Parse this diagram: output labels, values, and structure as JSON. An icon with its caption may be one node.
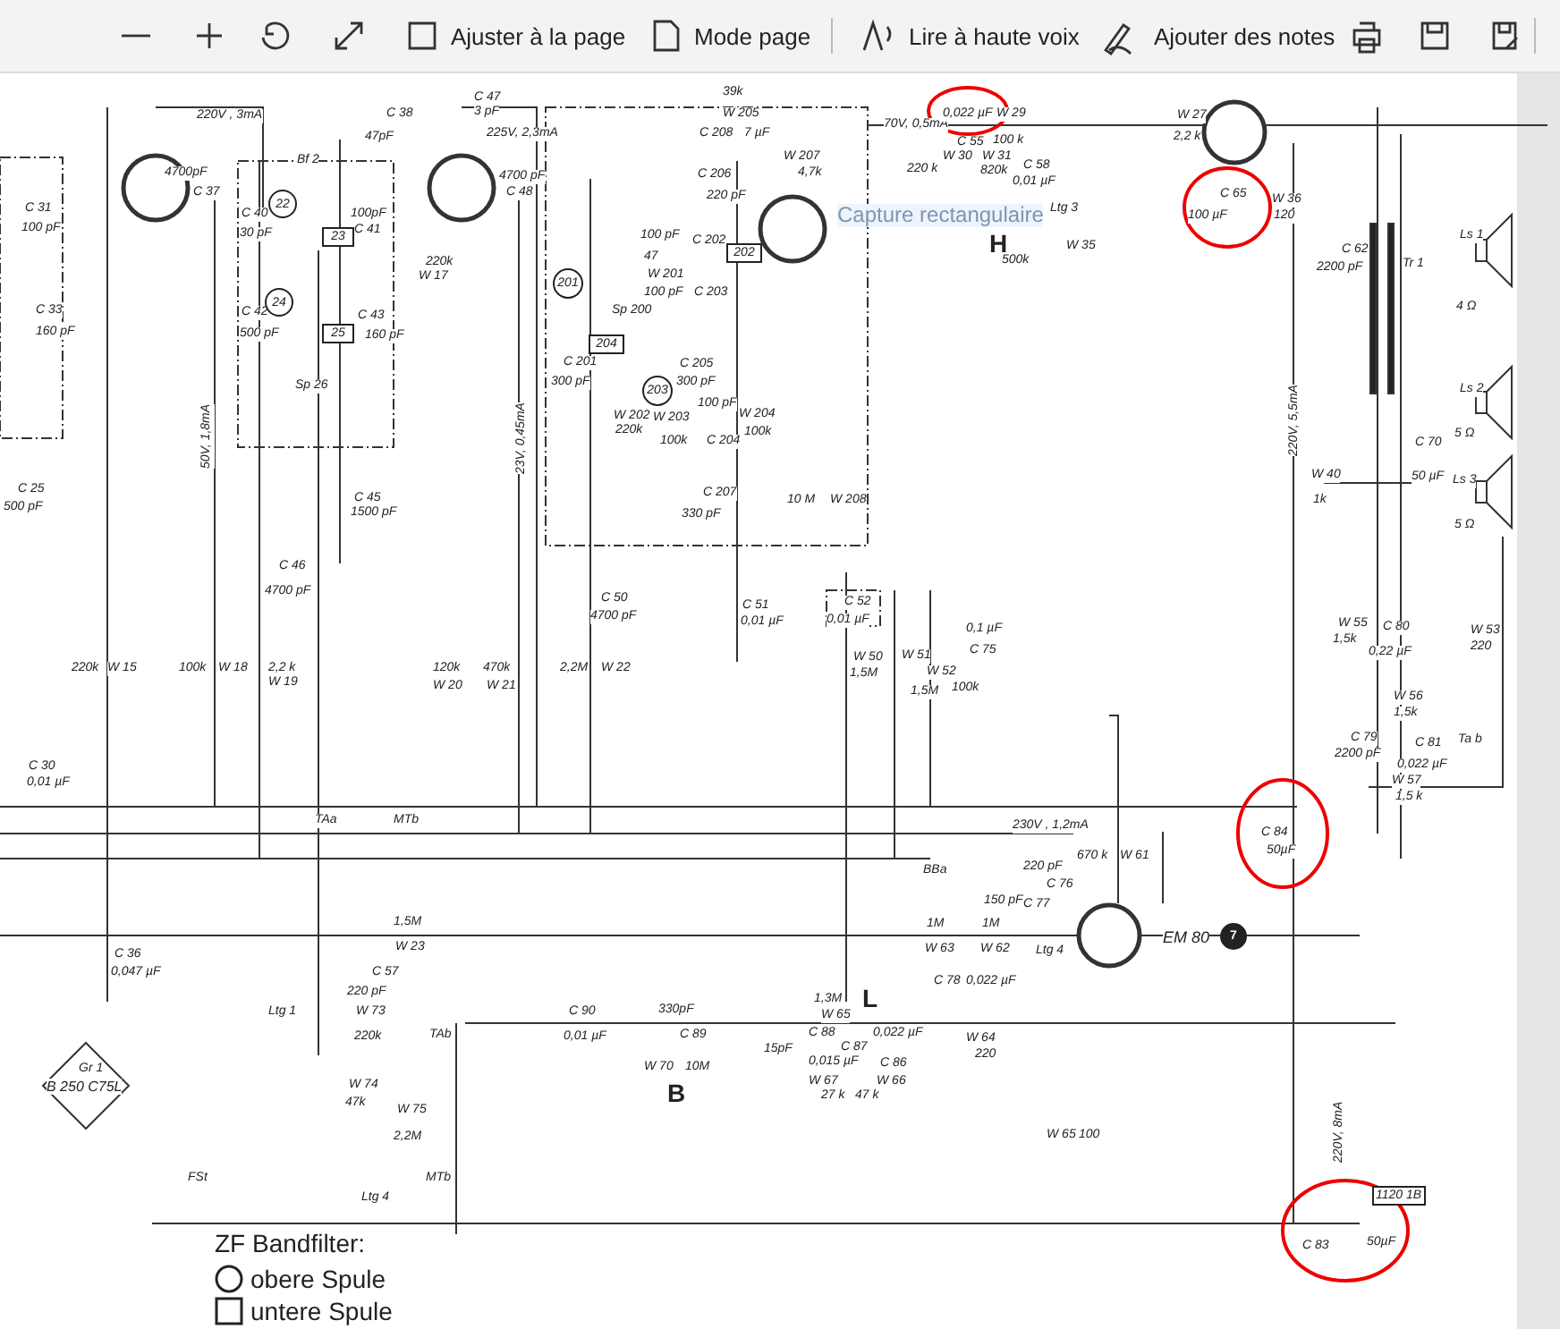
{
  "diagram": {
    "nodes": [
      {
        "text": [
          "22"
        ]
      },
      {
        "text": [
          "23"
        ]
      },
      {
        "text": [
          "24"
        ]
      },
      {
        "text": [
          "25"
        ]
      },
      {
        "text": [
          "201"
        ]
      },
      {
        "text": [
          "202"
        ]
      },
      {
        "text": [
          "204"
        ]
      },
      {
        "text": [
          "203"
        ]
      },
      {
        "text": [
          "7"
        ]
      },
      {
        "text": [
          "1120 1B"
        ]
      }
    ],
    "labels": [
      "Ajuster à la page",
      "Mode page",
      "Lire à haute voix",
      "Ajouter des notes",
      "220V , 3mA",
      "4700pF",
      "C 37",
      "C 31",
      "100 pF",
      "C 33",
      "160 pF",
      "C 25",
      "500 pF",
      "C 38",
      "47pF",
      "Bf 2",
      "C 40",
      "30 pF",
      "100pF",
      "C 41",
      "C 42",
      "500 pF",
      "C 43",
      "160 pF",
      "Sp 26",
      "C 45",
      "1500 pF",
      "C 46",
      "4700 pF",
      "50V, 1,8mA",
      "220k",
      "W 17",
      "C 47",
      "3 pF",
      "225V, 2,3mA",
      "4700 pF",
      "C 48",
      "23V, 0,45mA",
      "39k",
      "W 205",
      "C 208",
      "7 µF",
      "C 206",
      "220 pF",
      "W 207",
      "4,7k",
      "100 pF",
      "C 202",
      "47",
      "W 201",
      "100 pF",
      "C 203",
      "Sp 200",
      "C 201",
      "300 pF",
      "C 205",
      "300 pF",
      "W 202",
      "220k",
      "W 203",
      "100k",
      "100 pF",
      "C 204",
      "W 204",
      "100k",
      "C 207",
      "330 pF",
      "10 M",
      "W 208",
      "70V, 0,5mA",
      "0,022 µF",
      "C 55",
      "W 29",
      "100 k",
      "220 k",
      "W 30",
      "W 31",
      "820k",
      "C 58",
      "0,01 µF",
      "Ltg 3",
      "H",
      "W 35",
      "500k",
      "W 27",
      "2,2 k",
      "C 65",
      "100 µF",
      "W 36",
      "120",
      "C 62",
      "2200 pF",
      "Tr 1",
      "Ls 1",
      "4 Ω",
      "Ls 2",
      "5 Ω",
      "C 70",
      "50 µF",
      "Ls 3",
      "5 Ω",
      "220V, 5,5mA",
      "W 40",
      "1k",
      "W 55",
      "1,5k",
      "C 80",
      "0,22 µF",
      "W 53",
      "220",
      "W 56",
      "1,5k",
      "C 79",
      "2200 pF",
      "C 81",
      "0,022 µF",
      "Ta b",
      "W 57",
      "1,5 k",
      "220k",
      "W 15",
      "100k",
      "W 18",
      "2,2 k",
      "W 19",
      "120k",
      "W 20",
      "470k",
      "W 21",
      "2,2M",
      "W 22",
      "C 50",
      "4700 pF",
      "C 51",
      "0,01 µF",
      "C 30",
      "0,01 µF",
      "TAa",
      "MTb",
      "1,5M",
      "W 23",
      "C 36",
      "0,047 µF",
      "C 57",
      "220 pF",
      "W 73",
      "220k",
      "Ltg 1",
      "TAb",
      "C 90",
      "0,01 µF",
      "330pF",
      "C 89",
      "W 70",
      "10M",
      "B",
      "W 74",
      "47k",
      "W 75",
      "2,2M",
      "Gr 1",
      "B 250 C75L",
      "FSt",
      "Ltg 4",
      "MTb",
      "C 52",
      "0,01 µF",
      "0,1 µF",
      "C 75",
      "W 50",
      "1,5M",
      "W 51",
      "1,5M",
      "W 52",
      "100k",
      "230V , 1,2mA",
      "670 k",
      "W 61",
      "BBa",
      "220 pF",
      "C 76",
      "150 pF",
      "C 77",
      "1M",
      "W 63",
      "1M",
      "W 62",
      "C 78",
      "0,022 µF",
      "Ltg 4",
      "EM 80",
      "1,3M",
      "W 65",
      "L",
      "C 88",
      "15pF",
      "C 87",
      "0,015 µF",
      "0,022 µF",
      "C 86",
      "W 67",
      "27 k",
      "W 66",
      "47 k",
      "W 64",
      "220",
      "W 65",
      "100",
      "C 84",
      "50µF",
      "220V, 8mA",
      "C 83",
      "50µF",
      "ZF Bandfilter:",
      "Capture rectangulaire"
    ],
    "legend": [
      {
        "text": "obere Spule"
      },
      {
        "text": "untere Spule"
      }
    ]
  }
}
